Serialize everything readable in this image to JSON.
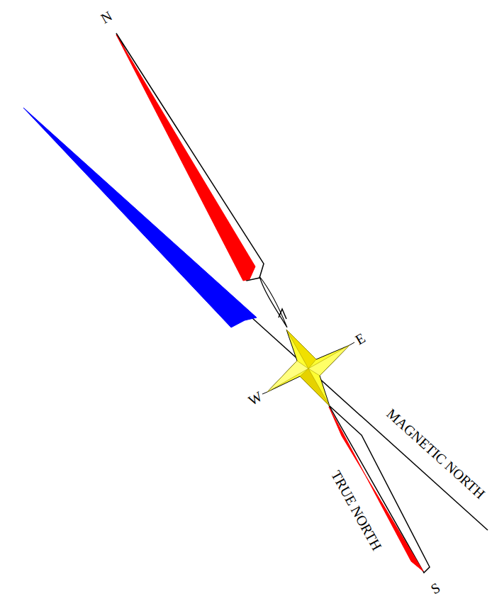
{
  "diagram": {
    "labels": [
      "N",
      "E",
      "W",
      "MAGNETIC NORTH",
      "TRUE NORTH",
      "S"
    ]
  }
}
